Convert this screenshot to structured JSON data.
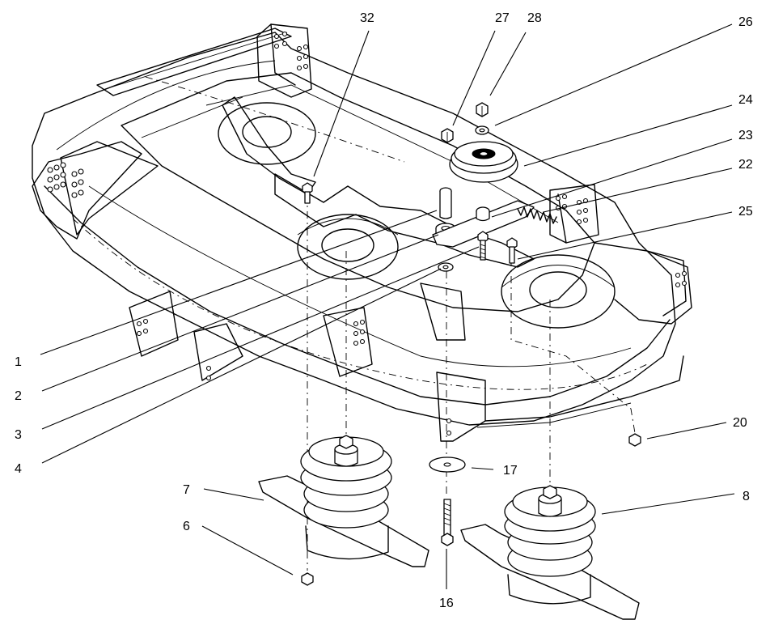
{
  "callouts": [
    {
      "id": "c1",
      "text": "1"
    },
    {
      "id": "c2",
      "text": "2"
    },
    {
      "id": "c3",
      "text": "3"
    },
    {
      "id": "c4",
      "text": "4"
    },
    {
      "id": "c6",
      "text": "6"
    },
    {
      "id": "c7",
      "text": "7"
    },
    {
      "id": "c8",
      "text": "8"
    },
    {
      "id": "c16",
      "text": "16"
    },
    {
      "id": "c17",
      "text": "17"
    },
    {
      "id": "c20",
      "text": "20"
    },
    {
      "id": "c22",
      "text": "22"
    },
    {
      "id": "c23",
      "text": "23"
    },
    {
      "id": "c24",
      "text": "24"
    },
    {
      "id": "c25",
      "text": "25"
    },
    {
      "id": "c26",
      "text": "26"
    },
    {
      "id": "c27",
      "text": "27"
    },
    {
      "id": "c28",
      "text": "28"
    },
    {
      "id": "c32",
      "text": "32"
    }
  ]
}
